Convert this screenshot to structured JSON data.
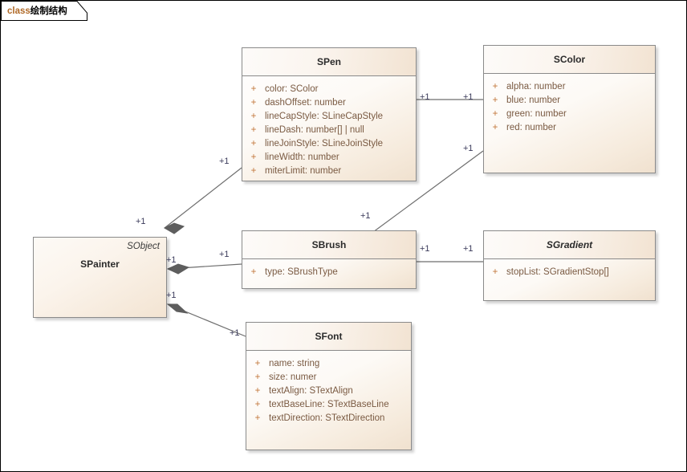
{
  "frame": {
    "keyword": "class",
    "name": "绘制结构"
  },
  "colors": {
    "box_border": "#8a8a8a",
    "header_tint": "#f2e3d2",
    "body_tint": "#f0e1cf",
    "attribute_text": "#7a5a42",
    "visibility_marker": "#c2763a",
    "keyword_text": "#b06a28",
    "connector": "#6e6e6e",
    "multiplicity_text": "#3a3a5a",
    "canvas": "#ffffff"
  },
  "classes": [
    {
      "id": "spen",
      "name": "SPen",
      "abstract": false,
      "visibility_marker": "+",
      "attributes": [
        {
          "vis": "+",
          "sig": "color: SColor"
        },
        {
          "vis": "+",
          "sig": "dashOffset: number"
        },
        {
          "vis": "+",
          "sig": "lineCapStyle: SLineCapStyle"
        },
        {
          "vis": "+",
          "sig": "lineDash: number[] | null"
        },
        {
          "vis": "+",
          "sig": "lineJoinStyle: SLineJoinStyle"
        },
        {
          "vis": "+",
          "sig": "lineWidth: number"
        },
        {
          "vis": "+",
          "sig": "miterLimit: number"
        }
      ]
    },
    {
      "id": "scolor",
      "name": "SColor",
      "abstract": false,
      "attributes": [
        {
          "vis": "+",
          "sig": "alpha: number"
        },
        {
          "vis": "+",
          "sig": "blue: number"
        },
        {
          "vis": "+",
          "sig": "green: number"
        },
        {
          "vis": "+",
          "sig": "red: number"
        }
      ]
    },
    {
      "id": "spainter",
      "name": "SPainter",
      "stereotype": "SObject",
      "abstract": false,
      "attributes": []
    },
    {
      "id": "sbrush",
      "name": "SBrush",
      "abstract": false,
      "attributes": [
        {
          "vis": "+",
          "sig": "type: SBrushType"
        }
      ]
    },
    {
      "id": "sgradient",
      "name": "SGradient",
      "abstract": true,
      "attributes": [
        {
          "vis": "+",
          "sig": "stopList: SGradientStop[]"
        }
      ]
    },
    {
      "id": "sfont",
      "name": "SFont",
      "abstract": false,
      "attributes": [
        {
          "vis": "+",
          "sig": "name: string"
        },
        {
          "vis": "+",
          "sig": "size: numer"
        },
        {
          "vis": "+",
          "sig": "textAlign: STextAlign"
        },
        {
          "vis": "+",
          "sig": "textBaseLine: STextBaseLine"
        },
        {
          "vis": "+",
          "sig": "textDirection: STextDirection"
        }
      ]
    }
  ],
  "associations": [
    {
      "id": "spainter-spen",
      "from": "SPainter",
      "to": "SPen",
      "from_mult": "+1",
      "to_mult": "+1",
      "from_end": "composition-diamond"
    },
    {
      "id": "spainter-sbrush",
      "from": "SPainter",
      "to": "SBrush",
      "from_mult": "+1",
      "to_mult": "+1",
      "from_end": "composition-diamond"
    },
    {
      "id": "spainter-sfont",
      "from": "SPainter",
      "to": "SFont",
      "from_mult": "+1",
      "to_mult": "+1",
      "from_end": "composition-diamond"
    },
    {
      "id": "spen-scolor",
      "from": "SPen",
      "to": "SColor",
      "from_mult": "+1",
      "to_mult": "+1",
      "from_end": "plain"
    },
    {
      "id": "sbrush-scolor",
      "from": "SBrush",
      "to": "SColor",
      "from_mult": "+1",
      "to_mult": "+1",
      "from_end": "plain"
    },
    {
      "id": "sbrush-sgradient",
      "from": "SBrush",
      "to": "SGradient",
      "from_mult": "+1",
      "to_mult": "+1",
      "from_end": "plain"
    }
  ],
  "multiplicity_labels": [
    {
      "id": "m-spainter-spen-near",
      "text": "+1"
    },
    {
      "id": "m-spen-near",
      "text": "+1"
    },
    {
      "id": "m-spen-scolor-left",
      "text": "+1"
    },
    {
      "id": "m-scolor-left",
      "text": "+1"
    },
    {
      "id": "m-scolor-brush",
      "text": "+1"
    },
    {
      "id": "m-brush-scolor",
      "text": "+1"
    },
    {
      "id": "m-spainter-brush-near",
      "text": "+1"
    },
    {
      "id": "m-brush-near",
      "text": "+1"
    },
    {
      "id": "m-brush-grad-left",
      "text": "+1"
    },
    {
      "id": "m-grad-left",
      "text": "+1"
    },
    {
      "id": "m-spainter-font-near",
      "text": "+1"
    },
    {
      "id": "m-font-near",
      "text": "+1"
    }
  ]
}
